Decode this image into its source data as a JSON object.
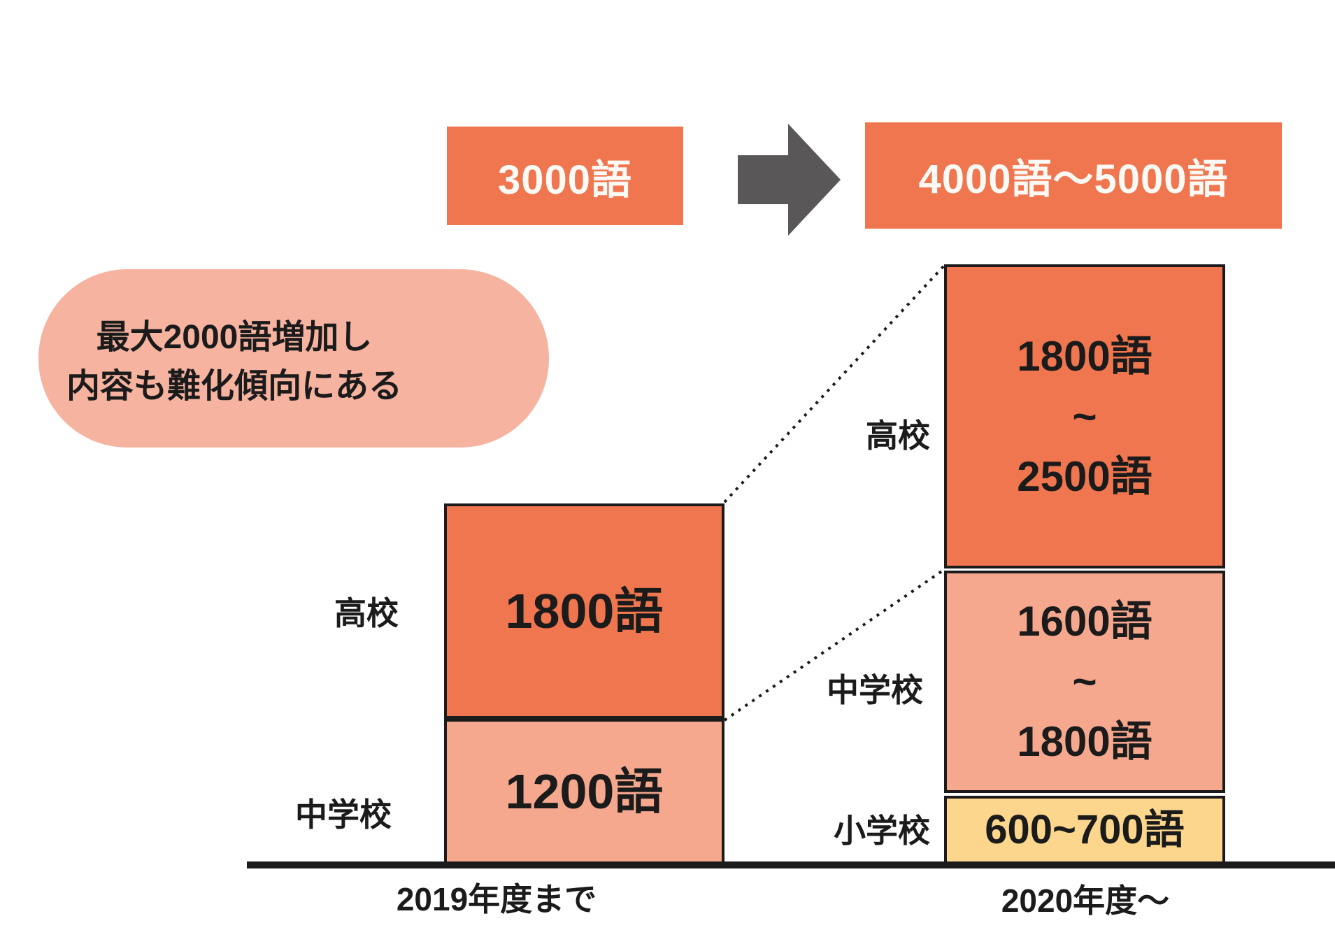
{
  "header": {
    "before_box": "3000語",
    "after_box": "4000語〜5000語"
  },
  "callout": {
    "line1": "最大2000語増加し",
    "line2": "内容も難化傾向にある"
  },
  "bars": {
    "left": {
      "axis_label": "2019年度まで",
      "segments": [
        {
          "school": "高校",
          "lines": [
            "1800語"
          ]
        },
        {
          "school": "中学校",
          "lines": [
            "1200語"
          ]
        }
      ]
    },
    "right": {
      "axis_label": "2020年度〜",
      "segments": [
        {
          "school": "高校",
          "lines": [
            "1800語",
            "~",
            "2500語"
          ]
        },
        {
          "school": "中学校",
          "lines": [
            "1600語",
            "~",
            "1800語"
          ]
        },
        {
          "school": "小学校",
          "lines": [
            "600~700語"
          ]
        }
      ]
    }
  },
  "colors": {
    "orange": "#F0764F",
    "salmon": "#F5A88E",
    "pink_bubble": "#F6B3A0",
    "yellow": "#FBD68C",
    "arrow_gray": "#595757",
    "line_black": "#1b1b1b",
    "box_text_white": "#FDFAF6"
  },
  "chart_data": {
    "type": "bar",
    "stacked": true,
    "title": "",
    "categories": [
      "2019年度まで",
      "2020年度〜"
    ],
    "unit": "語",
    "series": [
      {
        "name": "小学校",
        "color": "#FBD68C",
        "values": [
          0,
          650
        ],
        "range_labels": [
          "",
          "600~700語"
        ]
      },
      {
        "name": "中学校",
        "color": "#F5A88E",
        "values": [
          1200,
          1700
        ],
        "range_labels": [
          "1200語",
          "1600語~1800語"
        ]
      },
      {
        "name": "高校",
        "color": "#F0764F",
        "values": [
          1800,
          2150
        ],
        "range_labels": [
          "1800語",
          "1800語~2500語"
        ]
      }
    ],
    "totals_labels": [
      "3000語",
      "4000語〜5000語"
    ],
    "annotation": "最大2000語増加し内容も難化傾向にある",
    "legend_position": "none",
    "grid": false,
    "connector_lines": "dotted lines link left bar segment tops to right bar segment tops"
  }
}
